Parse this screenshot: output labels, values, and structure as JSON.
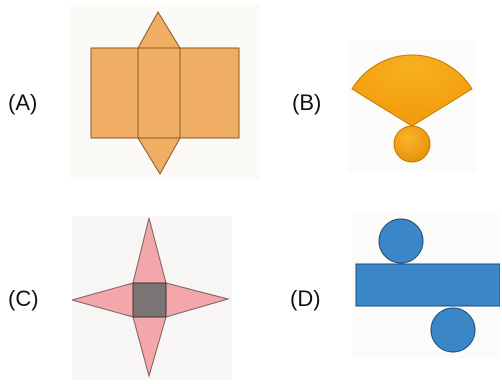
{
  "options": [
    {
      "label": "(A)",
      "net": "triangular-prism-net",
      "fill": "#f0ad64",
      "stroke": "#8a5a28"
    },
    {
      "label": "(B)",
      "net": "cone-net",
      "fill": "#f5a516",
      "stroke": "#c57a00"
    },
    {
      "label": "(C)",
      "net": "square-pyramid-net",
      "fill": "#f3a7ab",
      "base_fill": "#7a7474",
      "stroke": "#7d6060"
    },
    {
      "label": "(D)",
      "net": "cylinder-net",
      "fill": "#3a86c6",
      "stroke": "#1d4f80"
    }
  ]
}
